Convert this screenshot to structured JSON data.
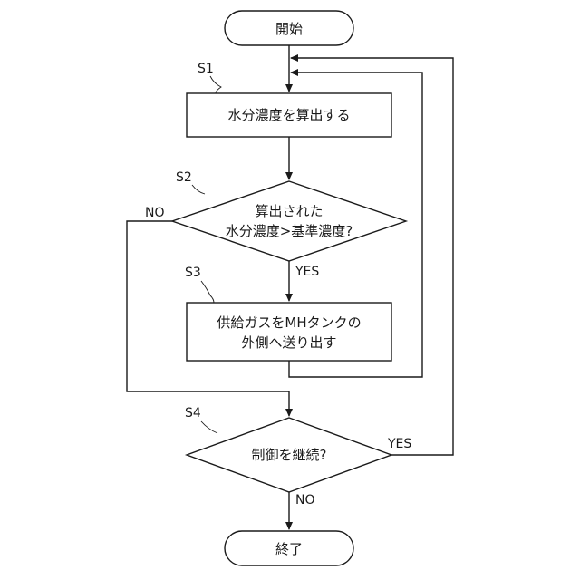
{
  "nodes": {
    "start": "開始",
    "s1_box": "水分濃度を算出する",
    "s2_line1": "算出された",
    "s2_line2": "水分濃度>基準濃度?",
    "s3_line1": "供給ガスをMHタンクの",
    "s3_line2": "外側へ送り出す",
    "s4_box": "制御を継続?",
    "end": "終了"
  },
  "step_labels": {
    "s1": "S1",
    "s2": "S2",
    "s3": "S3",
    "s4": "S4"
  },
  "branch_labels": {
    "s2_no": "NO",
    "s2_yes": "YES",
    "s4_yes": "YES",
    "s4_no": "NO"
  }
}
